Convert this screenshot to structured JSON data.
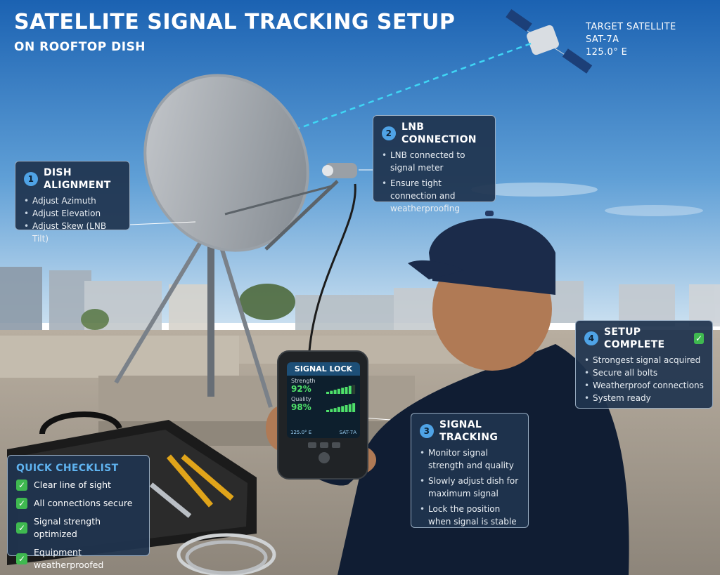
{
  "title": {
    "line1": "SATELLITE SIGNAL TRACKING SETUP",
    "line2": "ON ROOFTOP DISH"
  },
  "target": {
    "label": "TARGET SATELLITE",
    "name": "SAT-7A",
    "position": "125.0° E"
  },
  "panels": {
    "dish": {
      "number": "1",
      "title": "DISH ALIGNMENT",
      "items": [
        "Adjust Azimuth",
        "Adjust Elevation",
        "Adjust Skew (LNB Tilt)"
      ]
    },
    "lnb": {
      "number": "2",
      "title": "LNB CONNECTION",
      "items": [
        "LNB connected to signal meter",
        "Ensure tight connection and weatherproofing"
      ]
    },
    "tracking": {
      "number": "3",
      "title": "SIGNAL TRACKING",
      "items": [
        "Monitor signal strength and quality",
        "Slowly adjust dish for maximum signal",
        "Lock the position when signal is stable"
      ]
    },
    "complete": {
      "number": "4",
      "title": "SETUP COMPLETE",
      "items": [
        "Strongest signal acquired",
        "Secure all bolts",
        "Weatherproof connections",
        "System ready"
      ]
    }
  },
  "checklist": {
    "title": "QUICK CHECKLIST",
    "items": [
      "Clear line of sight",
      "All connections secure",
      "Signal strength optimized",
      "Equipment weatherproofed"
    ]
  },
  "meter": {
    "header": "SIGNAL LOCK",
    "strength_label": "Strength",
    "strength_value": "92%",
    "strength": 0.92,
    "quality_label": "Quality",
    "quality_value": "98%",
    "quality": 0.98,
    "orbit": "125.0° E",
    "sat": "SAT-7A"
  },
  "colors": {
    "sky_top": "#1f69b8",
    "sky_bottom": "#b8d6ee",
    "panel_bg": "#1f344f",
    "accent": "#4fa3e6",
    "check": "#3fb950",
    "signal": "#4ee06a"
  },
  "icons": [
    "satellite-icon",
    "dish-icon",
    "check-icon"
  ]
}
